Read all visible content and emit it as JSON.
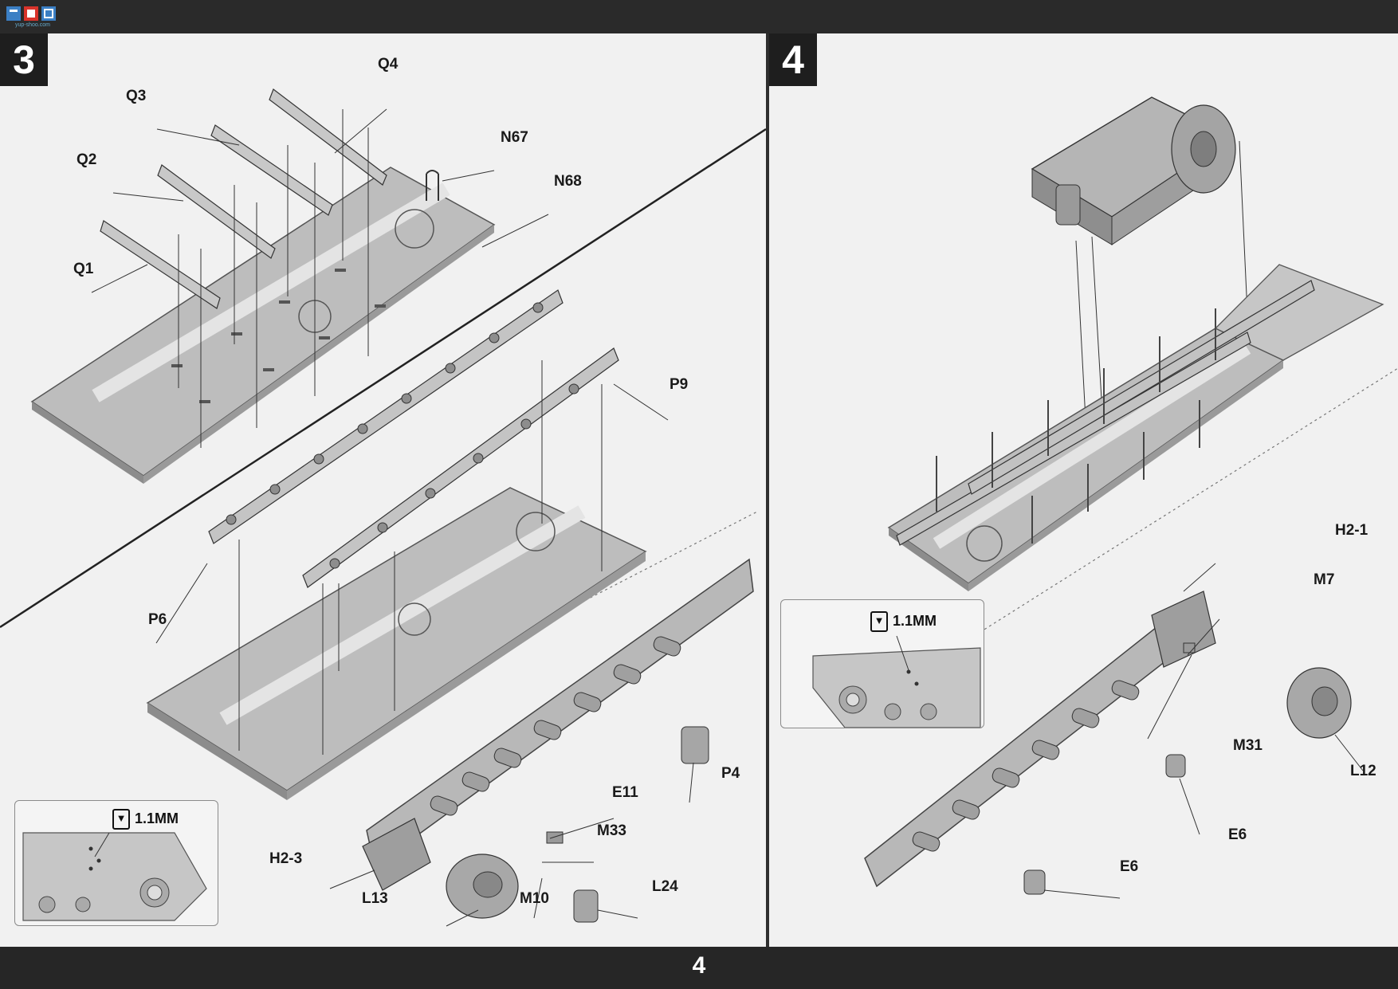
{
  "page": {
    "number": "4",
    "logo_text": "yup-shoo.com"
  },
  "steps": [
    {
      "id": "3",
      "labels": [
        "Q4",
        "Q3",
        "Q2",
        "Q1",
        "N67",
        "N68",
        "P9",
        "P6",
        "P4",
        "E11",
        "M33",
        "H2-3",
        "L13",
        "M10",
        "L24"
      ],
      "inset": {
        "drill": "1.1MM"
      }
    },
    {
      "id": "4",
      "labels": [
        "H2-1",
        "M7",
        "M31",
        "L12",
        "E6",
        "E6"
      ],
      "inset": {
        "drill": "1.1MM"
      }
    }
  ],
  "colors": {
    "bar": "#2a2a2a",
    "paper": "#f1f1f1",
    "part": "#bdbdbd",
    "line": "#333333"
  }
}
